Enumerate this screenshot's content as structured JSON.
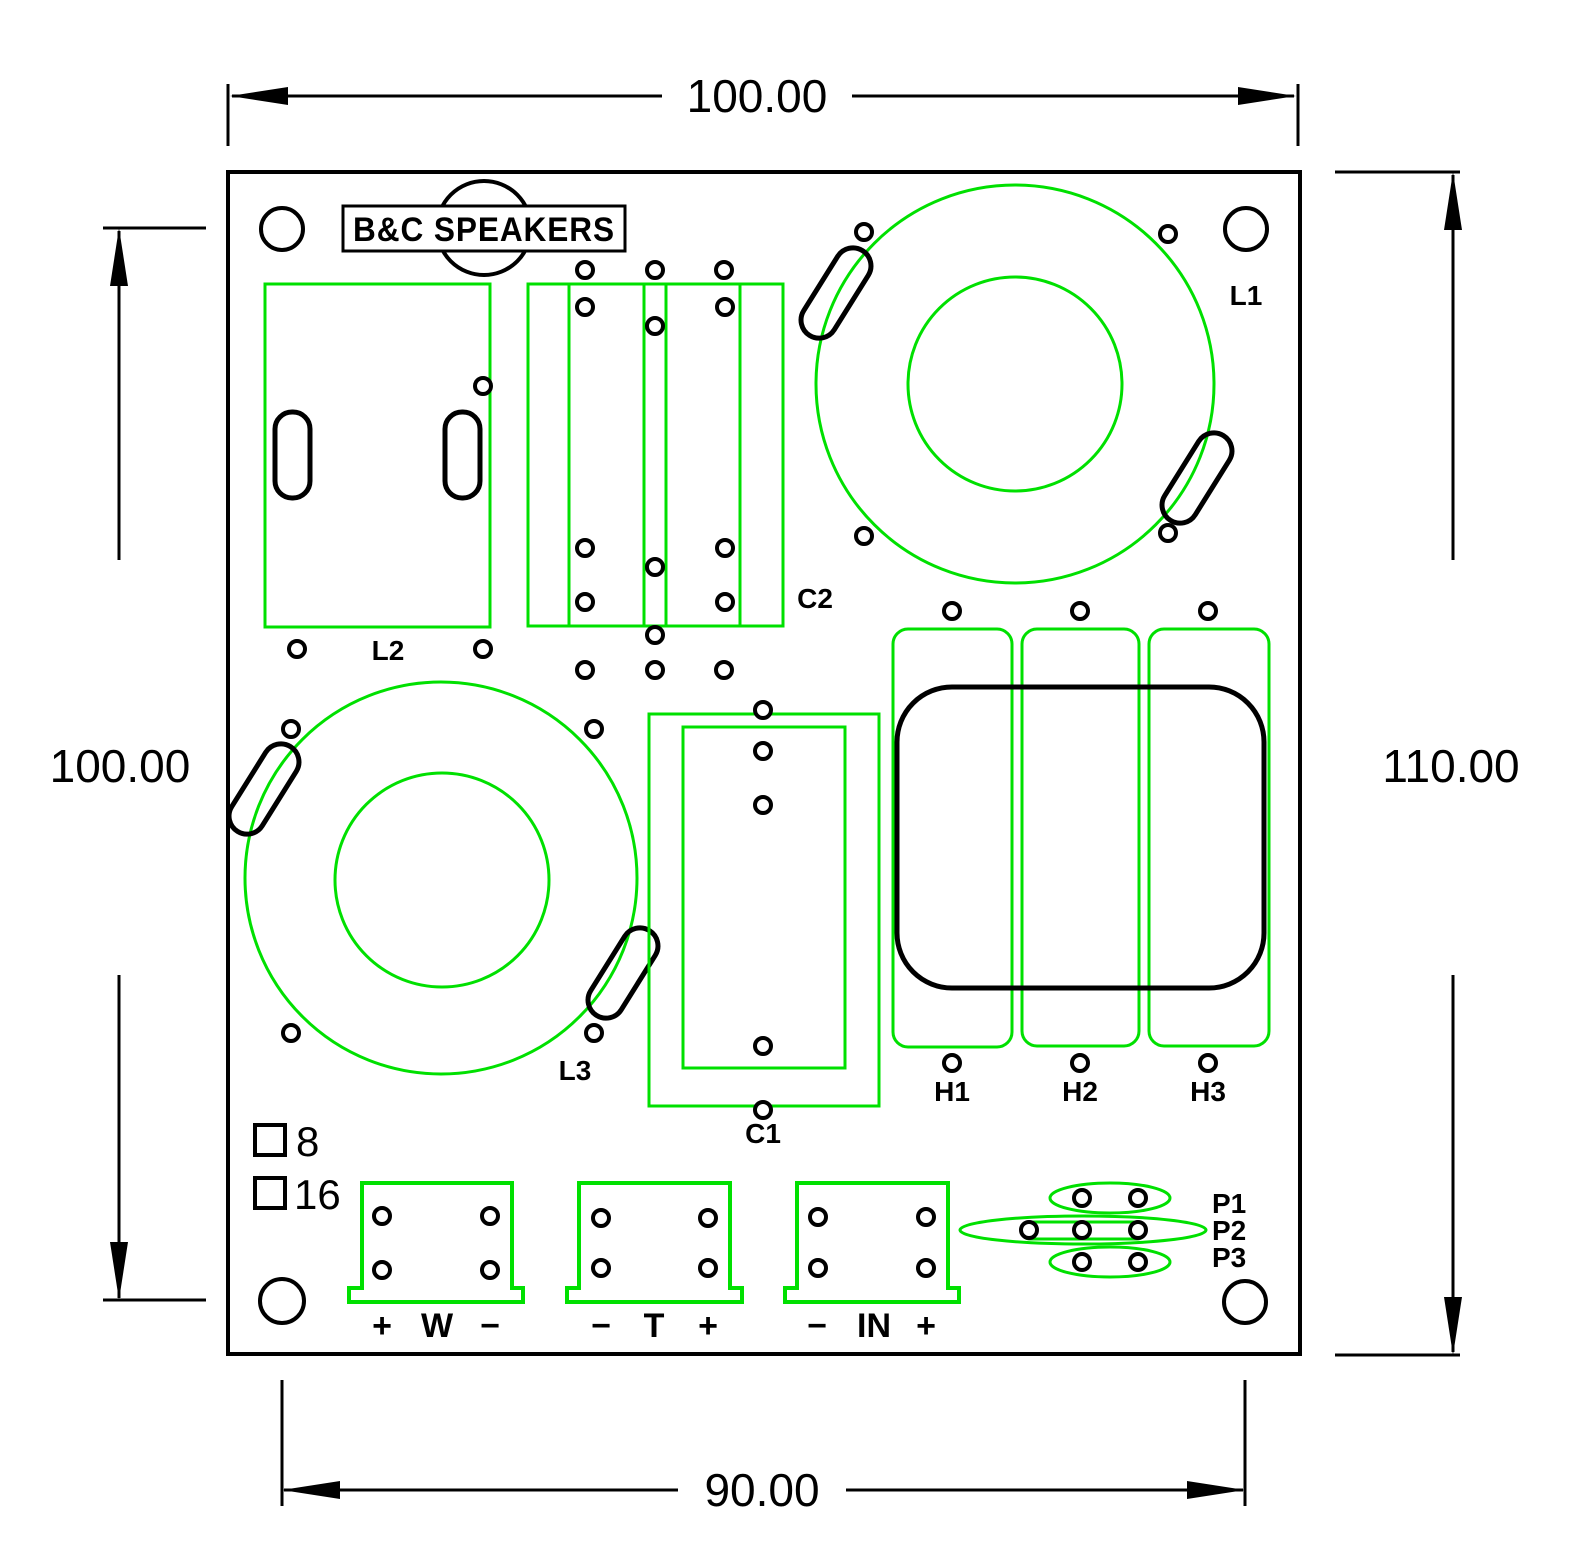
{
  "drawing": {
    "logo_text": "B&C SPEAKERS",
    "colors": {
      "silkscreen_green": "#00e000",
      "line_black": "#000000",
      "background": "#ffffff"
    },
    "dimensions": {
      "top_width": "100.00",
      "left_height": "100.00",
      "right_height": "110.00",
      "bottom_width": "90.00"
    },
    "components": {
      "l1": "L1",
      "l2": "L2",
      "l3": "L3",
      "c1": "C1",
      "c2": "C2",
      "h1": "H1",
      "h2": "H2",
      "h3": "H3",
      "p1": "P1",
      "p2": "P2",
      "p3": "P3"
    },
    "impedance_options": {
      "option_8": "8",
      "option_16": "16"
    },
    "terminals": {
      "woofer": {
        "left": "+",
        "center": "W",
        "right": "−"
      },
      "tweeter": {
        "left": "−",
        "center": "T",
        "right": "+"
      },
      "input": {
        "left": "−",
        "center": "IN",
        "right": "+"
      }
    }
  }
}
